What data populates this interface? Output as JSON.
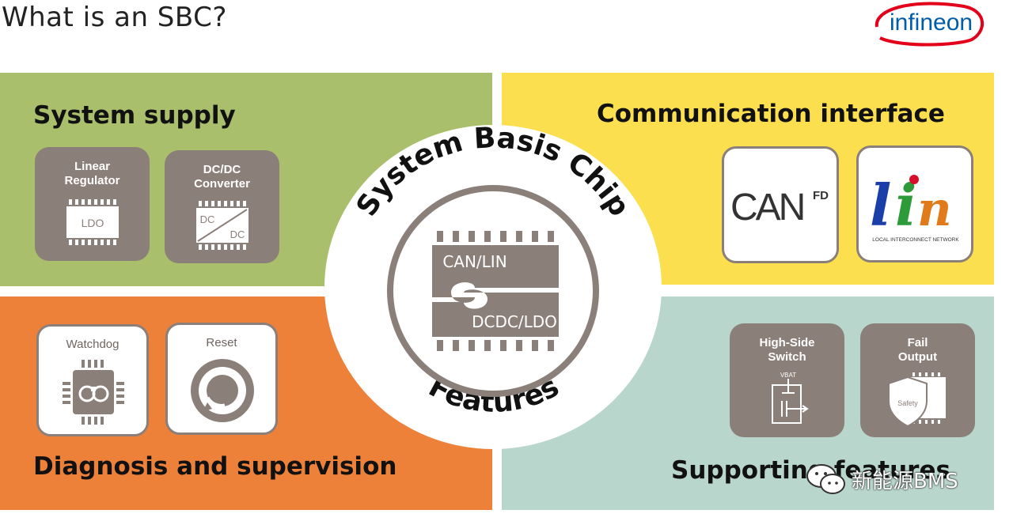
{
  "page": {
    "title": "What is an SBC?",
    "logo_text": "infineon",
    "watermark": "新能源BMS"
  },
  "center": {
    "arc_top": "System Basis Chip",
    "arc_bottom": "Features",
    "chip_top_label": "CAN/LIN",
    "chip_bottom_label": "DCDC/LDO"
  },
  "quadrants": {
    "system_supply": {
      "heading": "System supply",
      "tiles": [
        {
          "label_line1": "Linear",
          "label_line2": "Regulator",
          "chip_text": "LDO"
        },
        {
          "label_line1": "DC/DC",
          "label_line2": "Converter",
          "chip_text_top": "DC",
          "chip_text_bottom": "DC"
        }
      ]
    },
    "communication": {
      "heading": "Communication interface",
      "tiles": [
        {
          "logo_text": "CAN",
          "logo_super": "FD"
        },
        {
          "logo_text": "lin",
          "logo_caption": "LOCAL INTERCONNECT NETWORK"
        }
      ]
    },
    "diagnosis": {
      "heading": "Diagnosis and supervision",
      "tiles": [
        {
          "label": "Watchdog"
        },
        {
          "label": "Reset"
        }
      ]
    },
    "supporting": {
      "heading": "Supporting features",
      "tiles": [
        {
          "label_line1": "High-Side",
          "label_line2": "Switch",
          "icon_text": "VBAT"
        },
        {
          "label_line1": "Fail",
          "label_line2": "Output",
          "icon_text": "Safety"
        }
      ]
    }
  },
  "colors": {
    "supply": "#a9bf6b",
    "communication": "#fbdf4e",
    "diagnosis": "#ee813a",
    "supporting": "#b9d6cc",
    "tile": "#8b7f7a",
    "logo_red": "#e2001a",
    "logo_blue": "#005da9"
  }
}
